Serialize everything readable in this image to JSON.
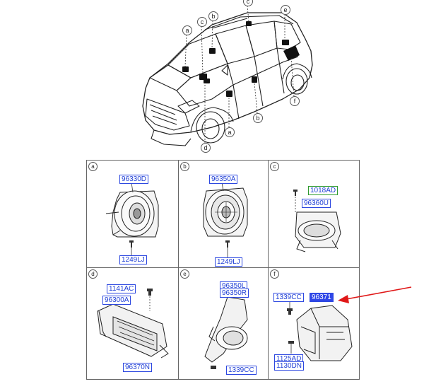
{
  "car_callouts": [
    "a",
    "b",
    "c",
    "d",
    "e",
    "f"
  ],
  "panels": {
    "a": {
      "letter": "a",
      "parts": [
        "96330D",
        "1249LJ"
      ]
    },
    "b": {
      "letter": "b",
      "parts": [
        "96350A",
        "1249LJ"
      ]
    },
    "c": {
      "letter": "c",
      "parts": [
        "1018AD",
        "96360U"
      ]
    },
    "d": {
      "letter": "d",
      "parts": [
        "1141AC",
        "96300A",
        "96370N"
      ]
    },
    "e": {
      "letter": "e",
      "parts": [
        "96350L",
        "96350R",
        "1339CC"
      ]
    },
    "f": {
      "letter": "f",
      "parts": [
        "1339CC",
        "96371",
        "1125AD",
        "1130DN"
      ]
    }
  },
  "colors": {
    "label": "#1f3fd6",
    "label_border": "#2d48e0",
    "green_border": "#2e9a2e",
    "selected": "#2f46e8",
    "arrow": "#e01818"
  },
  "icons": [
    "car-diagram",
    "speaker-icon",
    "amplifier-icon",
    "woofer-enclosure-icon",
    "bolt-icon",
    "red-arrow-icon"
  ]
}
